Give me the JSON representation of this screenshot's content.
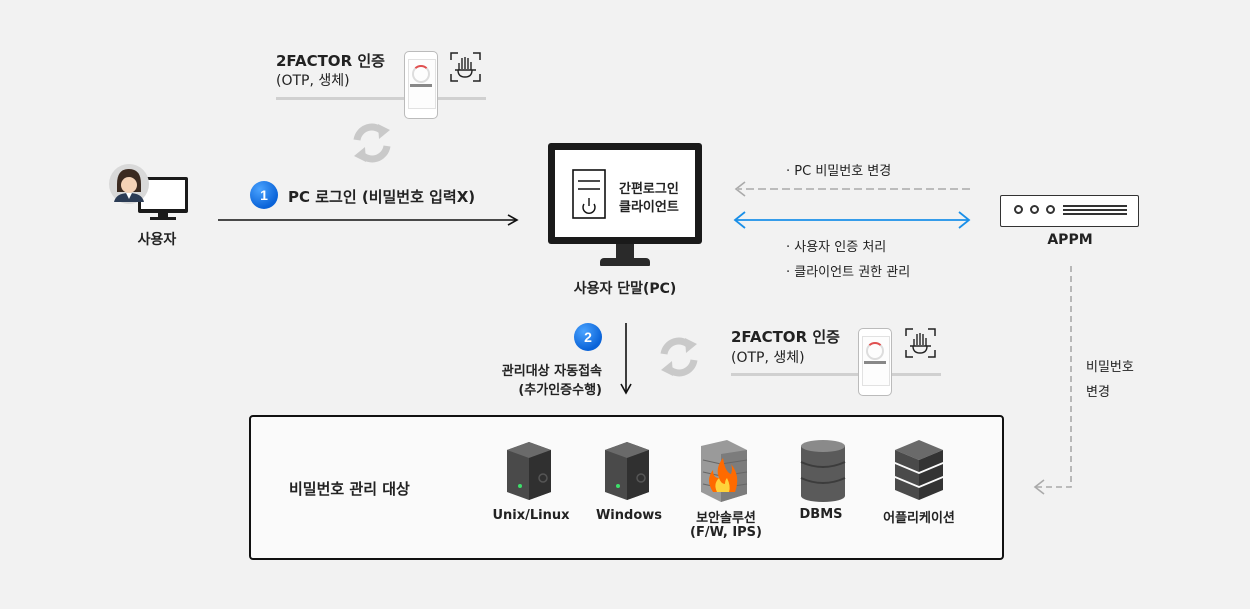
{
  "top_factor": {
    "title": "2FACTOR 인증",
    "sub": "(OTP, 생체)"
  },
  "mid_factor": {
    "title": "2FACTOR 인증",
    "sub": "(OTP, 생체)"
  },
  "user": {
    "label": "사용자"
  },
  "step1": {
    "num": "1",
    "label": "PC 로그인 (비밀번호 입력X)"
  },
  "client": {
    "screen_line1": "간편로그인",
    "screen_line2": "클라이언트",
    "label": "사용자 단말(PC)"
  },
  "appm": {
    "label": "APPM"
  },
  "notes": {
    "pc_pw_change": "· PC 비밀번호 변경",
    "user_auth": "· 사용자 인증 처리",
    "client_perm": "· 클라이언트 권한 관리"
  },
  "step2": {
    "num": "2",
    "line1": "관리대상 자동접속",
    "line2": "(추가인증수행)"
  },
  "pw_change": {
    "line1": "비밀번호",
    "line2": "변경"
  },
  "targets": {
    "title": "비밀번호 관리 대상",
    "items": [
      "Unix/Linux",
      "Windows",
      "보안솔루션",
      "(F/W, IPS)",
      "DBMS",
      "어플리케이션"
    ]
  },
  "colors": {
    "accent_blue": "#1a8fe8",
    "badge_blue": "#0a63d8",
    "gray_arrow": "#aaaaaa",
    "flame": "#ff6a00"
  }
}
